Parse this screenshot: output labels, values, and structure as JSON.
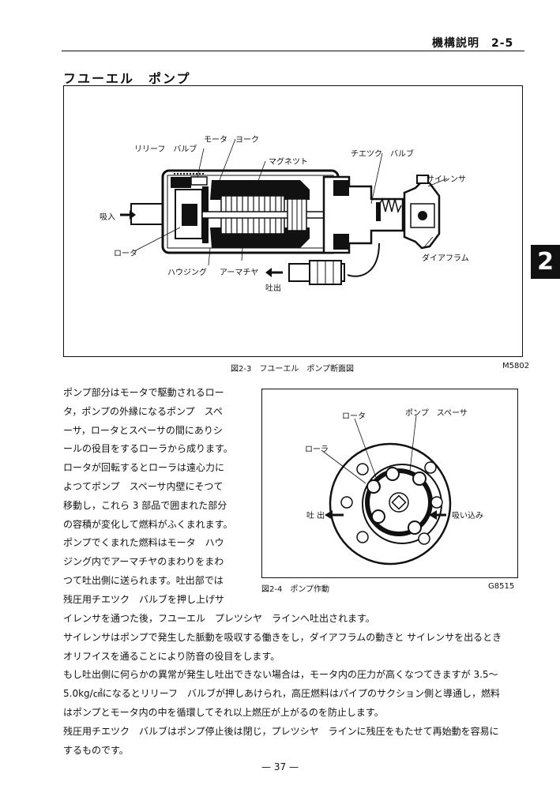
{
  "header": {
    "title": "機構説明　2-5"
  },
  "section_title": "フユーエル　ポンプ",
  "figure1": {
    "labels": {
      "motor_yoke": "モータ　ヨーク",
      "relief_valve": "リリーフ　バルブ",
      "magnet": "マグネツト",
      "check_valve": "チエツク　バルブ",
      "silencer": "サイレンサ",
      "intake": "吸入",
      "rotor": "ロータ",
      "diaphragm": "ダイアフラム",
      "housing": "ハウジング",
      "armature": "アーマチヤ",
      "discharge": "吐出"
    },
    "caption": "図2-3　フユーエル　ポンプ断面図",
    "code": "M5802"
  },
  "figure2": {
    "labels": {
      "rotor": "ロータ",
      "pump_spacer": "ポンプ　スペーサ",
      "roller": "ローラ",
      "discharge": "吐 出",
      "suction": "吸い込み"
    },
    "caption": "図2-4　ポンプ作動",
    "code": "G8515"
  },
  "body_left": [
    "ポンプ部分はモータで駆動されるロー",
    "タ，ポンプの外縁になるポンプ　スペ",
    "ーサ，ロータとスペーサの間にありシ",
    "ールの役目をするローラから成ります。",
    "ロータが回転するとローラは遠心力に",
    "よつてポンプ　スペーサ内壁にそつて",
    "移動し，これら 3 部品で囲まれた部分",
    "の容積が変化して燃料がふくまれます。",
    "ポンプでくまれた燃料はモータ　ハウ",
    "ジング内でアーマチヤのまわりをまわ",
    "つて吐出側に送られます。吐出部では",
    "残圧用チエツク　バルブを押し上げサ"
  ],
  "body_full": [
    "イレンサを通つた後，フユーエル　プレツシヤ　ラインへ吐出されます。",
    "サイレンサはポンプで発生した脈動を吸収する働きをし，ダイアフラムの動きと サイレンサを出るとき",
    "オリフイスを通ることにより防音の役目をします。",
    "もし吐出側に何らかの異常が発生し吐出できない場合は，モータ内の圧力が高くなつてきますが 3.5～",
    "5.0kg/㎠になるとリリーフ　バルブが押しあけられ，高圧燃料はパイプのサクション側と導通し，燃料",
    "はポンプとモータ内の中を循環してそれ以上燃圧が上がるのを防止します。",
    "残圧用チエツク　バルブはポンプ停止後は閉じ，プレツシヤ　ラインに残圧をもたせて再始動を容易に",
    "するものです。"
  ],
  "chapter_tab": "2",
  "page_number": "— 37 —"
}
